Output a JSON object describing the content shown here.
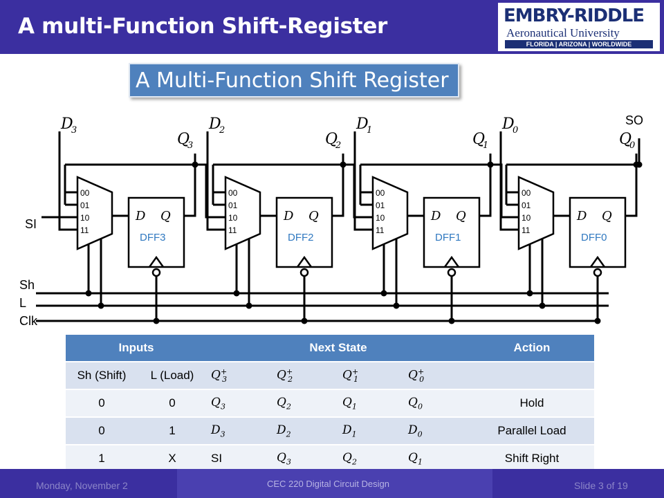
{
  "header": {
    "title": "A multi-Function Shift-Register"
  },
  "logo": {
    "line1": "EMBRY-RIDDLE",
    "line2": "Aeronautical University",
    "line3": "FLORIDA | ARIZONA | WORLDWIDE"
  },
  "subtitle": "A Multi-Function Shift Register",
  "circuit": {
    "signals": {
      "si": "SI",
      "so": "SO",
      "sh": "Sh",
      "l": "L",
      "clk": "Clk"
    },
    "mux_inputs": [
      "00",
      "01",
      "10",
      "11"
    ],
    "ff_d": "D",
    "ff_q": "Q",
    "flipflops": [
      "DFF3",
      "DFF2",
      "DFF1",
      "DFF0"
    ],
    "d_labels": [
      {
        "base": "D",
        "sub": "3"
      },
      {
        "base": "D",
        "sub": "2"
      },
      {
        "base": "D",
        "sub": "1"
      },
      {
        "base": "D",
        "sub": "0"
      }
    ],
    "q_labels": [
      {
        "base": "Q",
        "sub": "3"
      },
      {
        "base": "Q",
        "sub": "2"
      },
      {
        "base": "Q",
        "sub": "1"
      },
      {
        "base": "Q",
        "sub": "0"
      }
    ]
  },
  "table": {
    "groups": [
      "Inputs",
      "Next State",
      "Action"
    ],
    "col_headers": [
      "Sh (Shift)",
      "L (Load)"
    ],
    "next_headers": [
      {
        "base": "Q",
        "sub": "3",
        "sup": "+"
      },
      {
        "base": "Q",
        "sub": "2",
        "sup": "+"
      },
      {
        "base": "Q",
        "sub": "1",
        "sup": "+"
      },
      {
        "base": "Q",
        "sub": "0",
        "sup": "+"
      }
    ],
    "rows": [
      {
        "sh": "0",
        "l": "0",
        "next": [
          {
            "base": "Q",
            "sub": "3"
          },
          {
            "base": "Q",
            "sub": "2"
          },
          {
            "base": "Q",
            "sub": "1"
          },
          {
            "base": "Q",
            "sub": "0"
          }
        ],
        "action": "Hold"
      },
      {
        "sh": "0",
        "l": "1",
        "next": [
          {
            "base": "D",
            "sub": "3"
          },
          {
            "base": "D",
            "sub": "2"
          },
          {
            "base": "D",
            "sub": "1"
          },
          {
            "base": "D",
            "sub": "0"
          }
        ],
        "action": "Parallel Load"
      },
      {
        "sh": "1",
        "l": "X",
        "next": [
          {
            "base": "SI",
            "sub": ""
          },
          {
            "base": "Q",
            "sub": "3"
          },
          {
            "base": "Q",
            "sub": "2"
          },
          {
            "base": "Q",
            "sub": "1"
          }
        ],
        "action": "Shift Right"
      }
    ]
  },
  "footer": {
    "date": "Monday, November 2",
    "course": "CEC 220 Digital Circuit Design",
    "slide": "Slide 3 of 19"
  }
}
